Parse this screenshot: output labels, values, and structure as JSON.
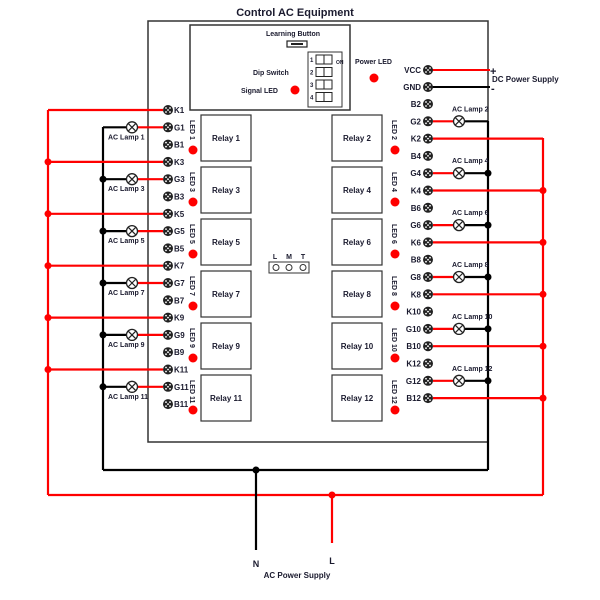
{
  "title": "Control AC Equipment",
  "top_panel": {
    "learning_button": "Learning Button",
    "dip_switch": "Dip Switch",
    "signal_led": "Signal LED",
    "dip_numbers": [
      "1",
      "2",
      "3",
      "4"
    ],
    "dip_on": "ON",
    "power_led": "Power LED"
  },
  "dc_supply": {
    "label": "DC Power Supply",
    "plus": "+",
    "minus": "-",
    "vcc": "VCC",
    "gnd": "GND"
  },
  "ac_supply": {
    "label": "AC Power Supply",
    "n": "N",
    "l": "L"
  },
  "lmt": [
    "L",
    "M",
    "T"
  ],
  "left_terminals": [
    "K1",
    "G1",
    "B1",
    "K3",
    "G3",
    "B3",
    "K5",
    "G5",
    "B5",
    "K7",
    "G7",
    "B7",
    "K9",
    "G9",
    "B9",
    "K11",
    "G11",
    "B11"
  ],
  "right_terminals": [
    "B2",
    "G2",
    "K2",
    "B4",
    "G4",
    "K4",
    "B6",
    "G6",
    "K6",
    "B8",
    "G8",
    "K8",
    "K10",
    "G10",
    "B10",
    "K12",
    "G12",
    "B12"
  ],
  "left_relays": [
    {
      "relay": "Relay 1",
      "led": "LED 1",
      "lamp": "AC Lamp 1"
    },
    {
      "relay": "Relay 3",
      "led": "LED 3",
      "lamp": "AC Lamp 3"
    },
    {
      "relay": "Relay 5",
      "led": "LED 5",
      "lamp": "AC Lamp 5"
    },
    {
      "relay": "Relay 7",
      "led": "LED 7",
      "lamp": "AC Lamp 7"
    },
    {
      "relay": "Relay 9",
      "led": "LED 9",
      "lamp": "AC Lamp 9"
    },
    {
      "relay": "Relay 11",
      "led": "LED 11",
      "lamp": "AC Lamp 11"
    }
  ],
  "right_relays": [
    {
      "relay": "Relay 2",
      "led": "LED 2",
      "lamp": "AC Lamp 2"
    },
    {
      "relay": "Relay 4",
      "led": "LED 4",
      "lamp": "AC Lamp 4"
    },
    {
      "relay": "Relay 6",
      "led": "LED 6",
      "lamp": "AC Lamp 6"
    },
    {
      "relay": "Relay 8",
      "led": "LED 8",
      "lamp": "AC Lamp 8"
    },
    {
      "relay": "Relay 10",
      "led": "LED 10",
      "lamp": "AC Lamp 10"
    },
    {
      "relay": "Relay 12",
      "led": "LED 12",
      "lamp": "AC Lamp 12"
    }
  ],
  "colors": {
    "live_wire": "#ff0000",
    "neutral_wire": "#000000",
    "led": "#ff0000",
    "text": "#1a1a2e"
  }
}
